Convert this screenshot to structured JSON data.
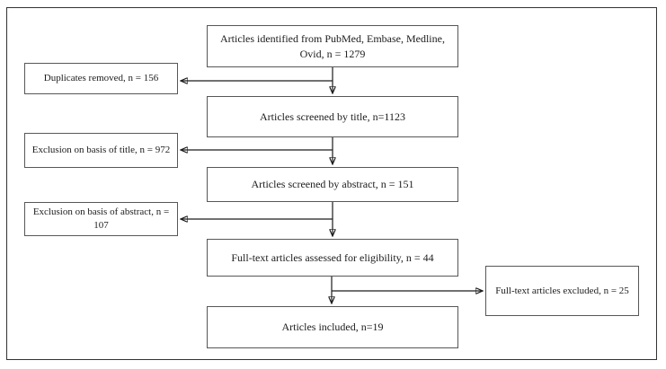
{
  "diagram": {
    "type": "flowchart-prisma",
    "boxes": {
      "identified": "Articles identified from PubMed, Embase, Medline, Ovid, n = 1279",
      "duplicates_removed": "Duplicates removed, n = 156",
      "screened_title": "Articles screened by title, n=1123",
      "exclusion_title": "Exclusion on basis of title, n = 972",
      "screened_abstract": "Articles screened by abstract, n = 151",
      "exclusion_abstract": "Exclusion on basis of abstract, n = 107",
      "fulltext_assessed": "Full-text articles assessed for eligibility, n = 44",
      "fulltext_excluded": "Full-text articles excluded, n = 25",
      "included": "Articles included, n=19"
    },
    "colors": {
      "background": "#ffffff",
      "outer_border": "#333333",
      "box_border": "#575757",
      "text": "#1c1c1c",
      "arrow": "#1c1c1c"
    }
  }
}
